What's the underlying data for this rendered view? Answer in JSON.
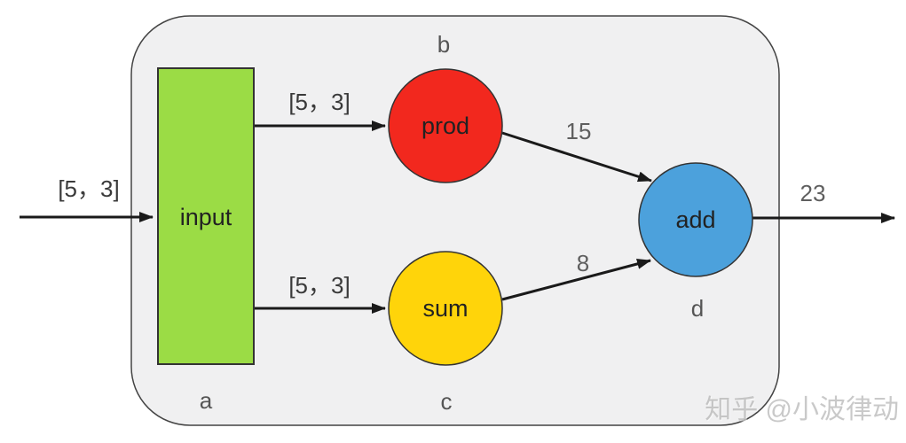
{
  "diagram": {
    "nodes": {
      "input": {
        "label": "input",
        "tag": "a",
        "color": "#9BDC45"
      },
      "prod": {
        "label": "prod",
        "tag": "b",
        "color": "#F2281E"
      },
      "sum": {
        "label": "sum",
        "tag": "c",
        "color": "#FFD40A"
      },
      "add": {
        "label": "add",
        "tag": "d",
        "color": "#4CA1DC"
      }
    },
    "edges": {
      "external_input": {
        "label": "[5，3]"
      },
      "input_to_prod": {
        "label": "[5，3]"
      },
      "input_to_sum": {
        "label": "[5，3]"
      },
      "prod_to_add": {
        "label": "15"
      },
      "sum_to_add": {
        "label": "8"
      },
      "add_to_output": {
        "label": "23"
      }
    },
    "colors": {
      "container_fill": "#F0F0F1",
      "container_border": "#444444",
      "edge_line": "#1A1A1A",
      "node_border": "#333333"
    }
  },
  "watermark": {
    "text": "知乎 @小波律动"
  }
}
